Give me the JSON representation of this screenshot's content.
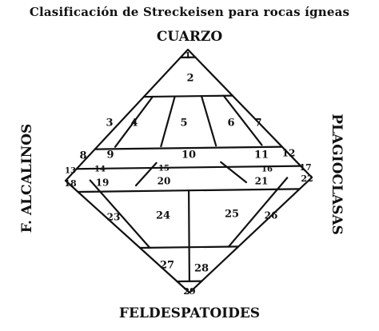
{
  "diagram": {
    "title": "Clasificación de Streckeisen para rocas ígneas",
    "vertices": {
      "top": "CUARZO",
      "left": "F. ALCALINOS",
      "right": "PLAGIOCLASAS",
      "bottom": "FELDESPATOIDES"
    },
    "fields": [
      "1",
      "2",
      "3",
      "4",
      "5",
      "6",
      "7",
      "8",
      "9",
      "10",
      "11",
      "12",
      "13",
      "14",
      "15",
      "16",
      "17",
      "18",
      "19",
      "20",
      "21",
      "22",
      "23",
      "24",
      "25",
      "26",
      "27",
      "28",
      "29"
    ],
    "colors": {
      "ink": "#111111",
      "paper": "#ffffff"
    }
  }
}
